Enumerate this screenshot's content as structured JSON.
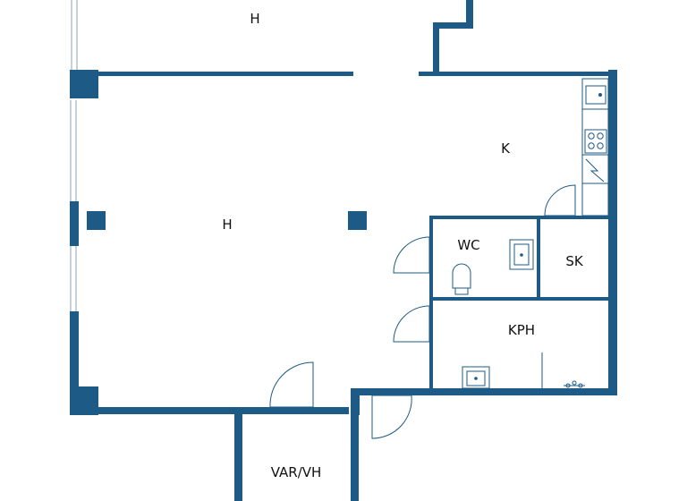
{
  "colors": {
    "wall": "#1d5a85",
    "fixture": "#1d5a85",
    "background": "#ffffff"
  },
  "rooms": [
    {
      "id": "h-top",
      "label": "H"
    },
    {
      "id": "h-main",
      "label": "H"
    },
    {
      "id": "k",
      "label": "K"
    },
    {
      "id": "wc",
      "label": "WC"
    },
    {
      "id": "sk",
      "label": "SK"
    },
    {
      "id": "kph",
      "label": "KPH"
    },
    {
      "id": "var-vh",
      "label": "VAR/VH"
    }
  ]
}
